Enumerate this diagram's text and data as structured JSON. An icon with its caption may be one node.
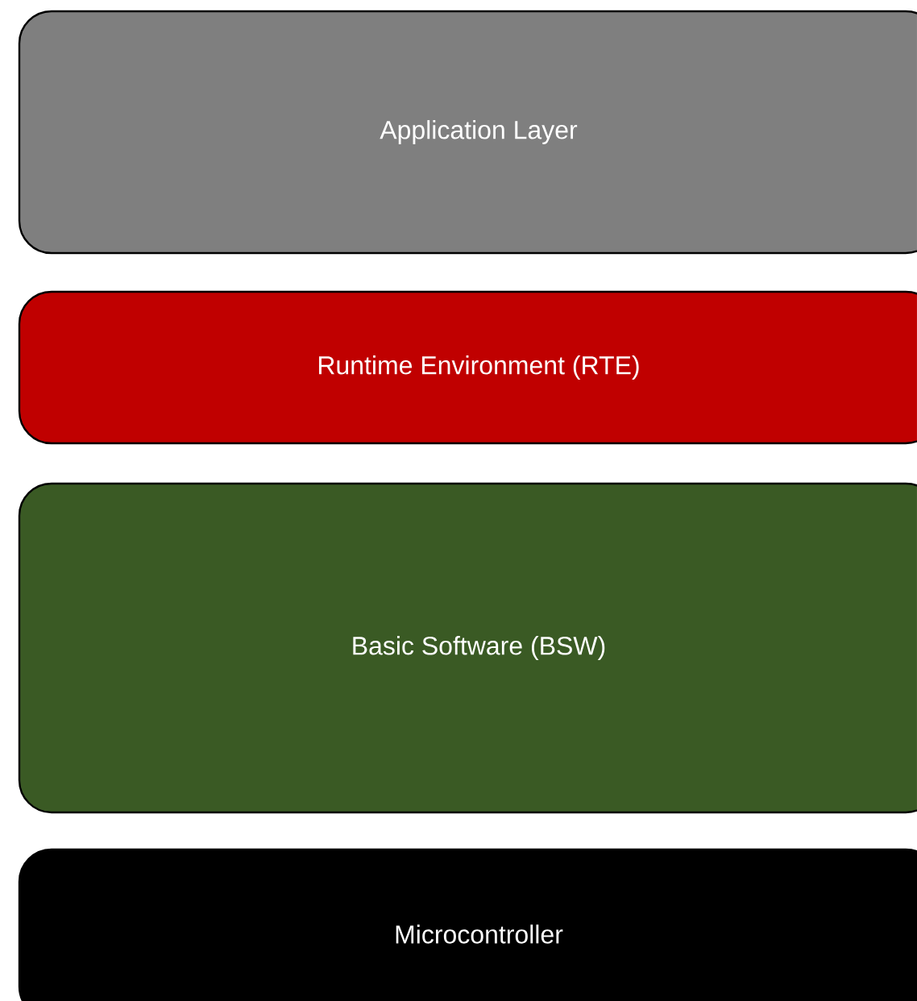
{
  "diagram": {
    "nodes": [
      {
        "text": [
          "Application Layer"
        ]
      },
      {
        "text": [
          "Runtime Environment (RTE)"
        ]
      },
      {
        "text": [
          "Basic Software (BSW)"
        ]
      },
      {
        "text": [
          "Microcontroller"
        ]
      }
    ]
  }
}
